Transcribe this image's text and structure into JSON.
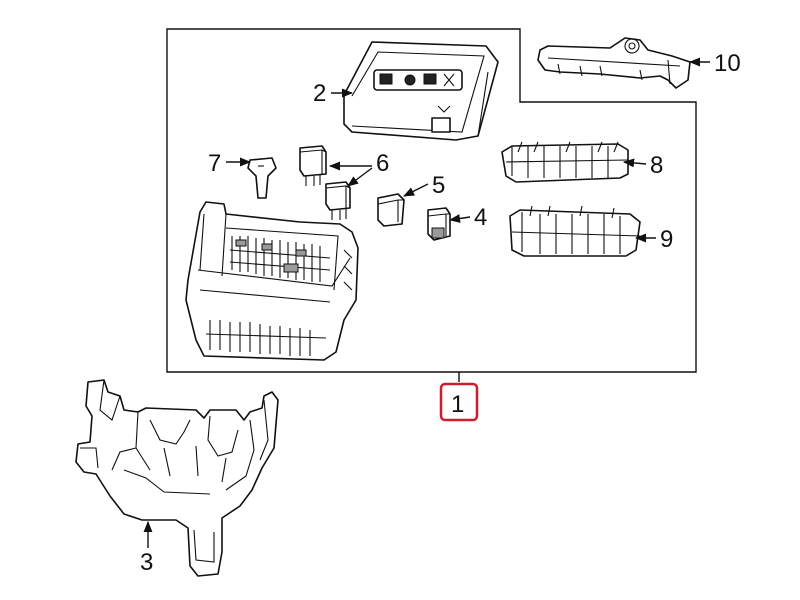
{
  "callouts": {
    "c1": "1",
    "c2": "2",
    "c3": "3",
    "c4": "4",
    "c5": "5",
    "c6": "6",
    "c7": "7",
    "c8": "8",
    "c9": "9",
    "c10": "10"
  },
  "colors": {
    "line": "#111111",
    "highlight_box": "#cc1f2a",
    "background": "#ffffff"
  }
}
